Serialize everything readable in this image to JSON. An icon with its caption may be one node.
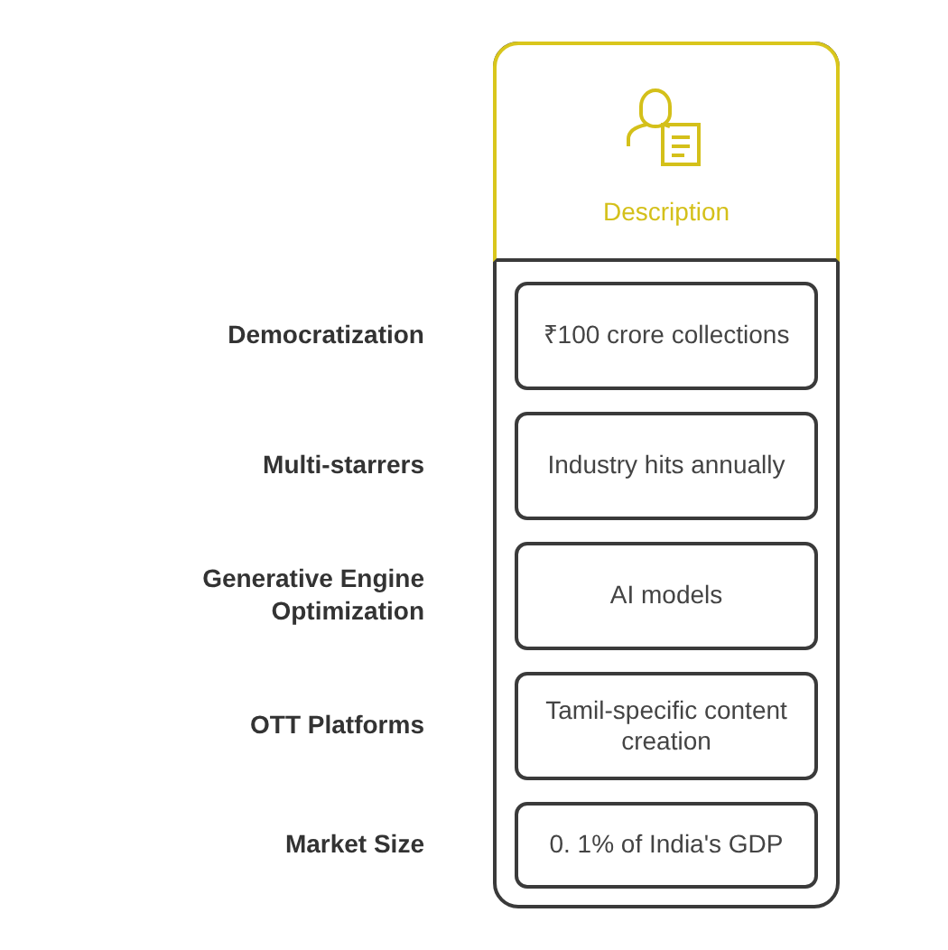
{
  "diagram": {
    "nodes": [
      {
        "text": [
          "Description"
        ]
      },
      {
        "text": [
          "₹100 crore collections"
        ],
        "in": 0
      },
      {
        "text": [
          "Industry hits annually"
        ],
        "in": 0
      },
      {
        "text": [
          "AI models"
        ],
        "in": 0
      },
      {
        "text": [
          "Tamil-specific content creation"
        ],
        "in": 0
      },
      {
        "text": [
          "0.  1% of India's GDP"
        ],
        "in": 0
      }
    ],
    "labels": [
      "Democratization",
      "Multi-starrers",
      "Generative Engine Optimization",
      "OTT Platforms",
      "Market Size"
    ]
  }
}
